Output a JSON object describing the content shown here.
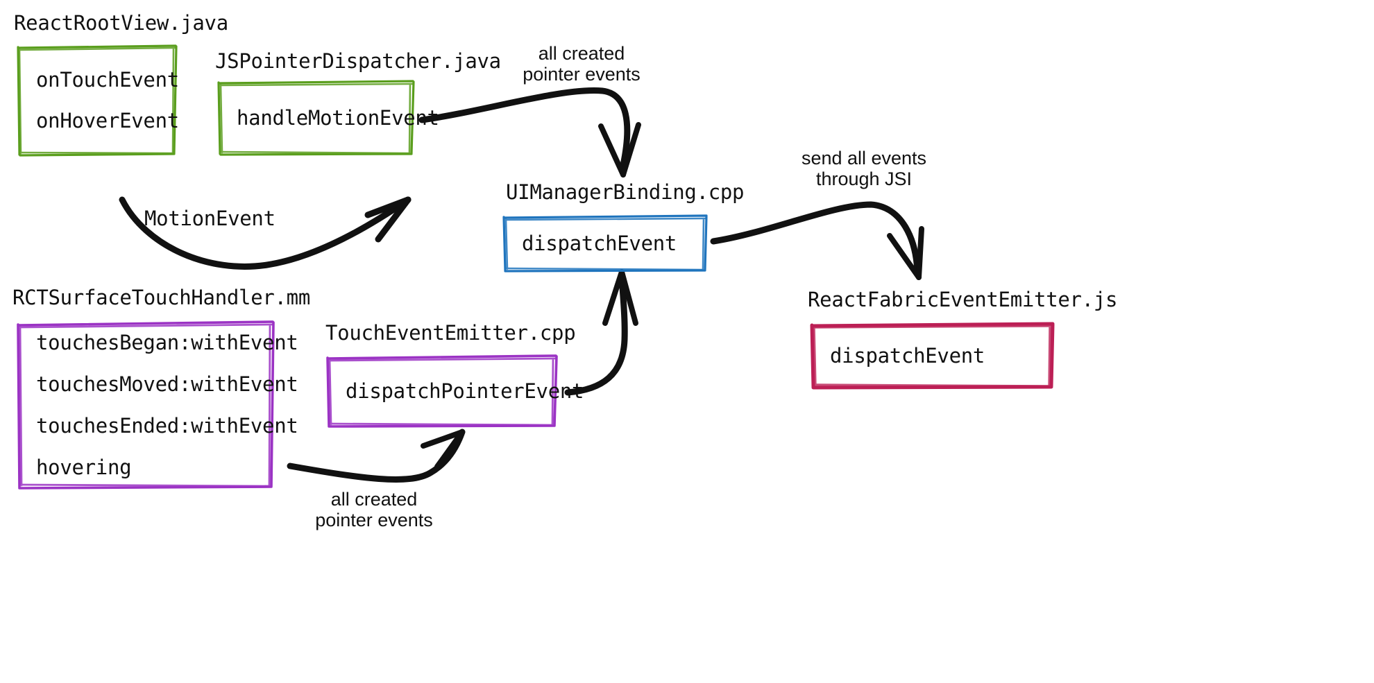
{
  "diagram": {
    "title": "React Native pointer event flow",
    "background": "#ffffff",
    "colors": {
      "green": "#5a9e1d",
      "blue": "#1f74bd",
      "purple": "#9b33c4",
      "crimson": "#bc1f55",
      "ink": "#111111"
    },
    "nodes": [
      {
        "id": "react-root-view",
        "title": "ReactRootView.java",
        "color": "green",
        "lines": [
          "onTouchEvent",
          "onHoverEvent"
        ]
      },
      {
        "id": "js-pointer-dispatcher",
        "title": "JSPointerDispatcher.java",
        "color": "green",
        "lines": [
          "handleMotionEvent"
        ]
      },
      {
        "id": "ui-manager-binding",
        "title": "UIManagerBinding.cpp",
        "color": "blue",
        "lines": [
          "dispatchEvent"
        ]
      },
      {
        "id": "react-fabric-event-emitter",
        "title": "ReactFabricEventEmitter.js",
        "color": "crimson",
        "lines": [
          "dispatchEvent"
        ]
      },
      {
        "id": "rct-surface-touch-handler",
        "title": "RCTSurfaceTouchHandler.mm",
        "color": "purple",
        "lines": [
          "touchesBegan:withEvent",
          "touchesMoved:withEvent",
          "touchesEnded:withEvent",
          "hovering"
        ]
      },
      {
        "id": "touch-event-emitter",
        "title": "TouchEventEmitter.cpp",
        "color": "purple",
        "lines": [
          "dispatchPointerEvent"
        ]
      }
    ],
    "edges": [
      {
        "id": "motion-event",
        "from": "react-root-view",
        "to": "js-pointer-dispatcher",
        "label": "MotionEvent",
        "label_font": "mono"
      },
      {
        "id": "android-created-pointer-events",
        "from": "js-pointer-dispatcher",
        "to": "ui-manager-binding",
        "label": "all created\npointer events",
        "label_font": "sans"
      },
      {
        "id": "ios-created-pointer-events",
        "from": "rct-surface-touch-handler",
        "to": "touch-event-emitter",
        "label": "all created\npointer events",
        "label_font": "sans"
      },
      {
        "id": "pointer-event-to-binding",
        "from": "touch-event-emitter",
        "to": "ui-manager-binding",
        "label": "",
        "label_font": "sans"
      },
      {
        "id": "send-all-events-through-jsi",
        "from": "ui-manager-binding",
        "to": "react-fabric-event-emitter",
        "label": "send all events\nthrough JSI",
        "label_font": "sans"
      }
    ]
  }
}
